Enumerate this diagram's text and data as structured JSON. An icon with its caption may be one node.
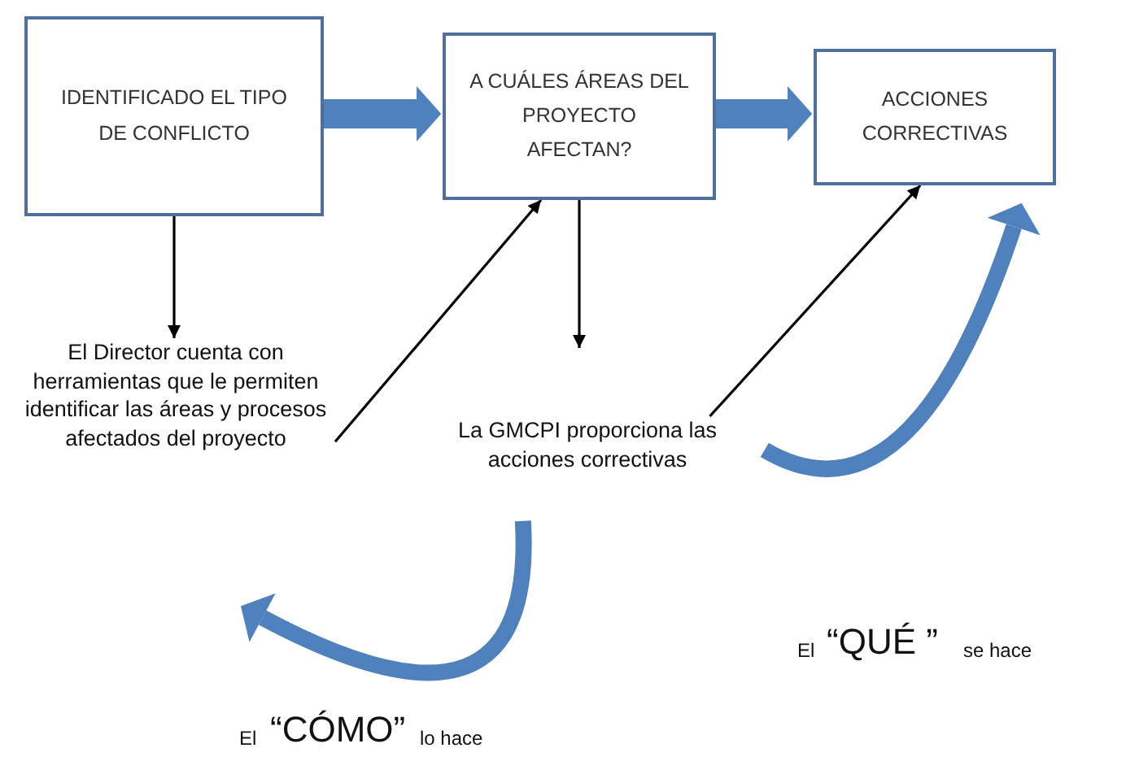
{
  "diagram": {
    "nodes": [
      {
        "text": [
          "IDENTIFICADO EL TIPO DE CONFLICTO"
        ]
      },
      {
        "text": [
          "A CUÁLES ÁREAS DEL PROYECTO AFECTAN?"
        ]
      },
      {
        "text": [
          "ACCIONES CORRECTIVAS"
        ]
      },
      {
        "text": [
          "El Director cuenta con herramientas que le permiten identificar las áreas y procesos afectados del proyecto"
        ]
      },
      {
        "text": [
          "La GMCPI proporciona las acciones correctivas"
        ]
      }
    ],
    "edges": [
      {
        "from": 0,
        "to": 1,
        "arrow": "to",
        "style": "thick",
        "color": "#4f81bd"
      },
      {
        "from": 1,
        "to": 2,
        "arrow": "to",
        "style": "thick",
        "color": "#4f81bd"
      },
      {
        "from": 0,
        "to": 3,
        "arrow": "to",
        "color": "#000000"
      },
      {
        "from": 3,
        "to": 1,
        "arrow": "to",
        "color": "#000000"
      },
      {
        "from": 1,
        "to": 4,
        "arrow": "to",
        "color": "#000000"
      },
      {
        "from": 4,
        "to": 2,
        "arrow": "to",
        "color": "#000000"
      },
      {
        "from": 4,
        "to": 2,
        "arrow": "to",
        "style": "thick",
        "color": "#4f81bd"
      },
      {
        "from": 4,
        "to": 3,
        "arrow": "to",
        "style": "thick",
        "color": "#4f81bd"
      }
    ],
    "labels": [
      "El",
      "“QUÉ ”",
      "se hace",
      "El",
      "“CÓMO”",
      "lo hace"
    ]
  }
}
